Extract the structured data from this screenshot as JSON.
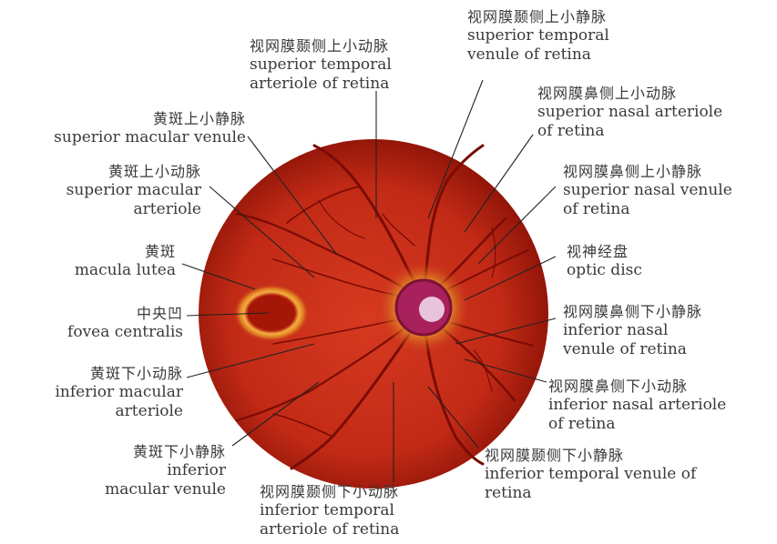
{
  "labels": {
    "sup_temp_venule": {
      "cn": "视网膜颞侧上小静脉",
      "en": [
        "superior temporal",
        "venule of retina"
      ]
    },
    "sup_temp_arteriole": {
      "cn": "视网膜颞侧上小动脉",
      "en": [
        "superior temporal",
        "arteriole of retina"
      ]
    },
    "sup_nasal_arteriole": {
      "cn": "视网膜鼻侧上小动脉",
      "en": [
        "superior nasal arteriole",
        "of retina"
      ]
    },
    "sup_macular_venule": {
      "cn": "黄斑上小静脉",
      "en": [
        "superior macular venule"
      ]
    },
    "sup_macular_arteriole": {
      "cn": "黄斑上小动脉",
      "en": [
        "superior macular",
        "arteriole"
      ]
    },
    "sup_nasal_venule": {
      "cn": "视网膜鼻侧上小静脉",
      "en": [
        "superior nasal venule",
        "of retina"
      ]
    },
    "macula_lutea": {
      "cn": "黄斑",
      "en": [
        "macula lutea"
      ]
    },
    "optic_disc": {
      "cn": "视神经盘",
      "en": [
        "optic disc"
      ]
    },
    "fovea_centralis": {
      "cn": "中央凹",
      "en": [
        "fovea centralis"
      ]
    },
    "inf_nasal_venule": {
      "cn": "视网膜鼻侧下小静脉",
      "en": [
        "inferior nasal",
        "venule of retina"
      ]
    },
    "inf_macular_arteriole": {
      "cn": "黄斑下小动脉",
      "en": [
        "inferior macular",
        "arteriole"
      ]
    },
    "inf_nasal_arteriole": {
      "cn": "视网膜鼻侧下小动脉",
      "en": [
        "inferior nasal arteriole",
        "of retina"
      ]
    },
    "inf_macular_venule": {
      "cn": "黄斑下小静脉",
      "en": [
        "inferior",
        "macular venule"
      ]
    },
    "inf_temp_venule": {
      "cn": "视网膜颞侧下小静脉",
      "en": [
        "inferior temporal venule of",
        "retina"
      ]
    },
    "inf_temp_arteriole": {
      "cn": "视网膜颞侧下小动脉",
      "en": [
        "inferior temporal",
        "arteriole of retina"
      ]
    }
  },
  "colors": {
    "fundus_center": "#c8281a",
    "fundus_edge": "#8e1208",
    "vessel": "#7a0c06",
    "disc_outer": "#e8b040",
    "disc_inner": "#b0266a",
    "disc_cup": "#e6c0d8",
    "macula_ring": "#f0a030",
    "leader": "#222222"
  }
}
